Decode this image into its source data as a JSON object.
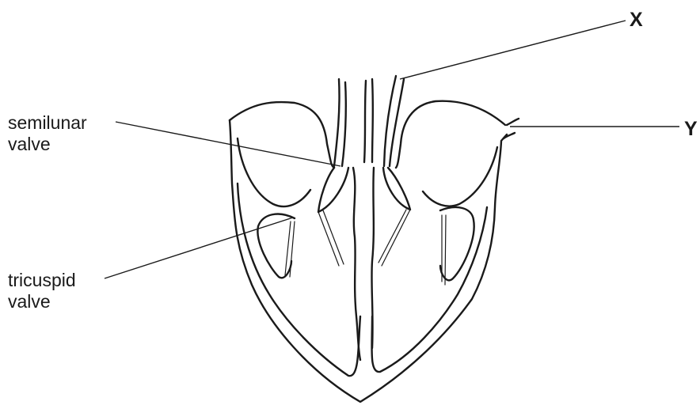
{
  "labels": {
    "semilunar": {
      "line1": "semilunar",
      "line2": "valve"
    },
    "tricuspid": {
      "line1": "tricuspid",
      "line2": "valve"
    },
    "x": "X",
    "y": "Y"
  }
}
